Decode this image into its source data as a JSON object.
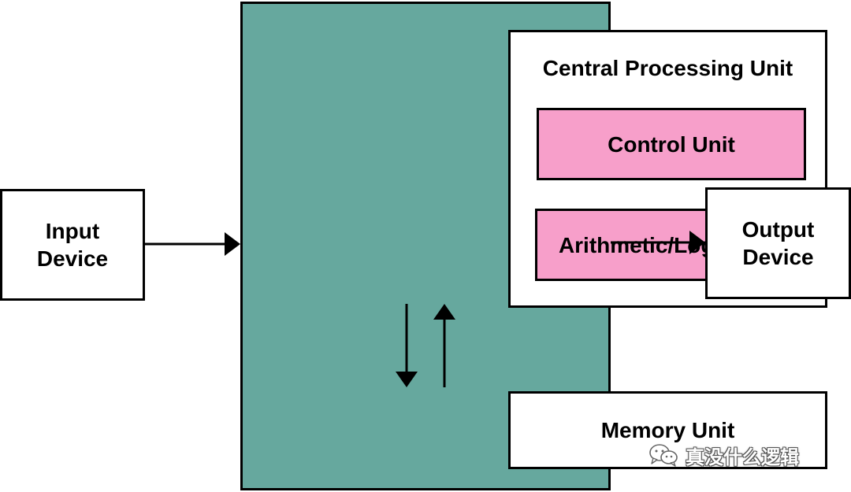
{
  "colors": {
    "computer_fill": "#66a89e",
    "cpu_fill": "#ffffff",
    "unit_fill": "#f79fca",
    "box_border": "#000000",
    "arrow": "#000000"
  },
  "computer": {
    "cpu": {
      "title": "Central Processing Unit",
      "control_unit": "Control Unit",
      "alu": "Arithmetic/Logic Unit"
    },
    "memory_unit": "Memory Unit"
  },
  "input_device": {
    "line1": "Input",
    "line2": "Device"
  },
  "output_device": {
    "line1": "Output",
    "line2": "Device"
  },
  "watermark": {
    "icon": "wechat-icon",
    "text": "真没什么逻辑"
  }
}
